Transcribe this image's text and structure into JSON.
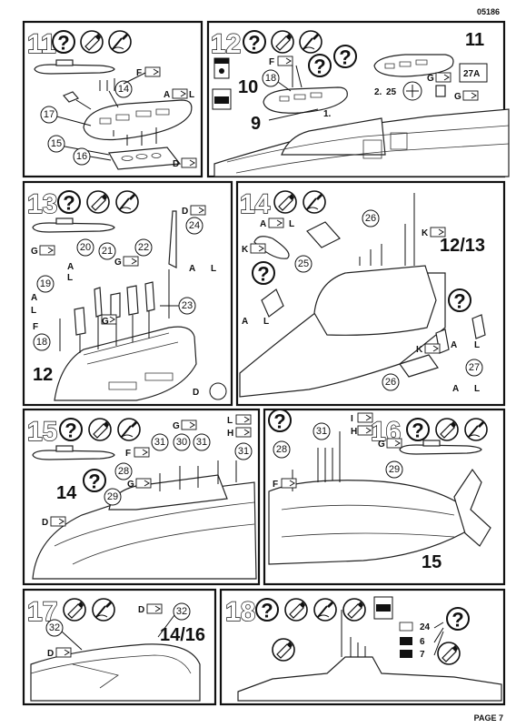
{
  "header": {
    "code": "05186"
  },
  "footer": {
    "page": "PAGE 7"
  },
  "steps": {
    "s11": {
      "num": "11",
      "callouts": [
        "14",
        "17",
        "15",
        "16"
      ],
      "flags": [
        "F",
        "A",
        "L",
        "D"
      ]
    },
    "s12": {
      "num": "12",
      "callouts": [
        "18"
      ],
      "big": [
        "10",
        "9",
        "11"
      ],
      "labels": [
        "27A",
        "2.",
        "25",
        "1."
      ],
      "flags": [
        "F",
        "G",
        "G"
      ]
    },
    "s13": {
      "num": "13",
      "callouts": [
        "20",
        "21",
        "22",
        "24",
        "19",
        "18",
        "23"
      ],
      "big": [
        "12"
      ],
      "flags": [
        "D",
        "G",
        "A",
        "L",
        "G",
        "G",
        "A",
        "L",
        "A",
        "L",
        "F",
        "D"
      ]
    },
    "s14": {
      "num": "14",
      "callouts": [
        "26",
        "25",
        "27",
        "26"
      ],
      "big": [
        "12/13"
      ],
      "flags": [
        "A",
        "L",
        "K",
        "K",
        "A",
        "L",
        "K",
        "A",
        "L",
        "A",
        "L"
      ]
    },
    "s15": {
      "num": "15",
      "callouts": [
        "31",
        "30",
        "31",
        "31",
        "28",
        "29"
      ],
      "big": [
        "14"
      ],
      "flags": [
        "G",
        "L",
        "H",
        "F",
        "G",
        "D"
      ]
    },
    "s16": {
      "num": "16",
      "callouts": [
        "28",
        "31",
        "29"
      ],
      "big": [
        "15"
      ],
      "flags": [
        "I",
        "H",
        "G",
        "F"
      ]
    },
    "s17": {
      "num": "17",
      "callouts": [
        "32",
        "32"
      ],
      "big": [
        "14/16"
      ],
      "flags": [
        "D",
        "D"
      ]
    },
    "s18": {
      "num": "18",
      "labels": [
        "24",
        "6",
        "7"
      ]
    }
  },
  "icons": {
    "help": "question-mark-icon",
    "glue": "glue-tube-icon",
    "brush": "paint-brush-icon",
    "decal": "decal-icon",
    "paint_tin": "paint-tin-icon"
  }
}
